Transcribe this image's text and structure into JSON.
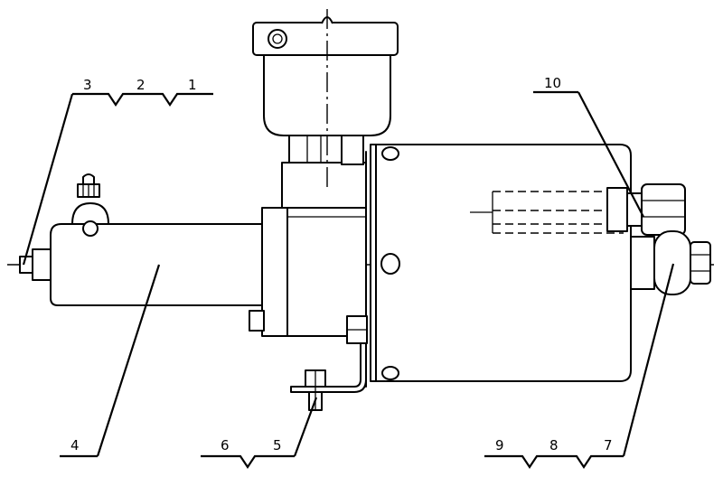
{
  "figure": {
    "callouts": {
      "c1": "1",
      "c2": "2",
      "c3": "3",
      "c4": "4",
      "c5": "5",
      "c6": "6",
      "c7": "7",
      "c8": "8",
      "c9": "9",
      "c10": "10"
    },
    "colors": {
      "ink": "#000000",
      "paper": "#ffffff"
    }
  }
}
